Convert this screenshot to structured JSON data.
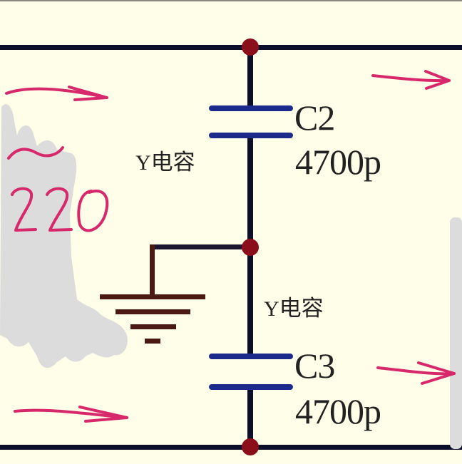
{
  "diagram": {
    "type": "circuit-schematic",
    "description": "Two Y capacitors in series between line rails with center tap to ground",
    "components": [
      {
        "ref": "C2",
        "value": "4700p",
        "type_label": "Y电容"
      },
      {
        "ref": "C3",
        "value": "4700p",
        "type_label": "Y电容"
      }
    ],
    "nodes": [
      "top-rail-junction",
      "center-junction-ground",
      "bottom-rail-junction"
    ],
    "ground": "earth-ground-symbol"
  },
  "labels": {
    "c2_ref": "C2",
    "c2_value": "4700p",
    "c2_type": "电容",
    "c2_type_prefix": "Y",
    "c3_ref": "C3",
    "c3_value": "4700p",
    "c3_type": "电容",
    "c3_type_prefix": "Y"
  },
  "annotations": {
    "handwritten_voltage_tilde": "~",
    "handwritten_voltage": "220",
    "arrows": [
      "top-left-arrow-right",
      "top-right-arrow-right",
      "bottom-left-arrow-right",
      "bottom-right-arrow-right"
    ]
  },
  "colors": {
    "background": "#fffee8",
    "rail": "#0b0f2a",
    "capacitor_plate": "#1c2a8c",
    "junction_dot": "#8b0f1a",
    "ground": "#4a1a12",
    "annotation_pink": "#d6286a",
    "redaction_gray": "#dcdcdc"
  }
}
